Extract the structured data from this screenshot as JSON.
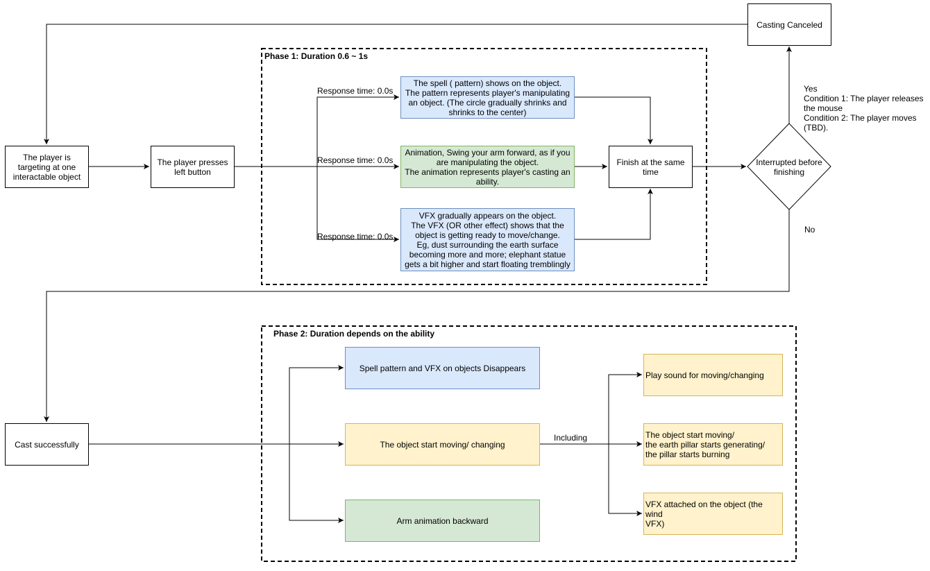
{
  "phase1": {
    "title": "Phase 1:  Duration 0.6 ~ 1s"
  },
  "phase2": {
    "title": "Phase 2:  Duration depends on the ability"
  },
  "nodes": {
    "targeting": "The player is\ntargeting at one\ninteractable object",
    "presses": "The player presses\nleft button",
    "spell": "The spell ( pattern) shows on the object.\nThe pattern represents player's manipulating\nan object. (The circle gradually shrinks and\nshrinks to the center)",
    "animation": "Animation, Swing your arm forward, as if you\nare manipulating the object.\nThe animation represents player's casting an\nability.",
    "vfx": "VFX gradually appears on the object.\nThe VFX (OR other effect) shows that the\nobject is getting ready to move/change.\nEg, dust surrounding the earth surface\nbecoming more and more; elephant statue\ngets a bit higher and start floating tremblingly",
    "finish": "Finish at the same\ntime",
    "interrupted": "Interrupted before\nfinishing",
    "canceled": "Casting Canceled",
    "success": "Cast successfully",
    "disappears": "Spell pattern and VFX on objects Disappears",
    "moving": "The object start moving/ changing",
    "arm_back": "Arm animation backward",
    "sound": "Play sound for moving/changing",
    "object_moving": "The object start moving/\nthe earth pillar starts generating/\nthe pillar starts burning",
    "vfx_attached": "VFX attached on the object (the wind\nVFX)"
  },
  "labels": {
    "response1": "Response time: 0.0s",
    "response2": "Response time: 0.0s",
    "response3": "Response time: 0.0s",
    "yes": "Yes\nCondition 1: The player releases\nthe mouse\nCondition 2: The player moves\n(TBD).",
    "no": "No",
    "including": "Including"
  }
}
